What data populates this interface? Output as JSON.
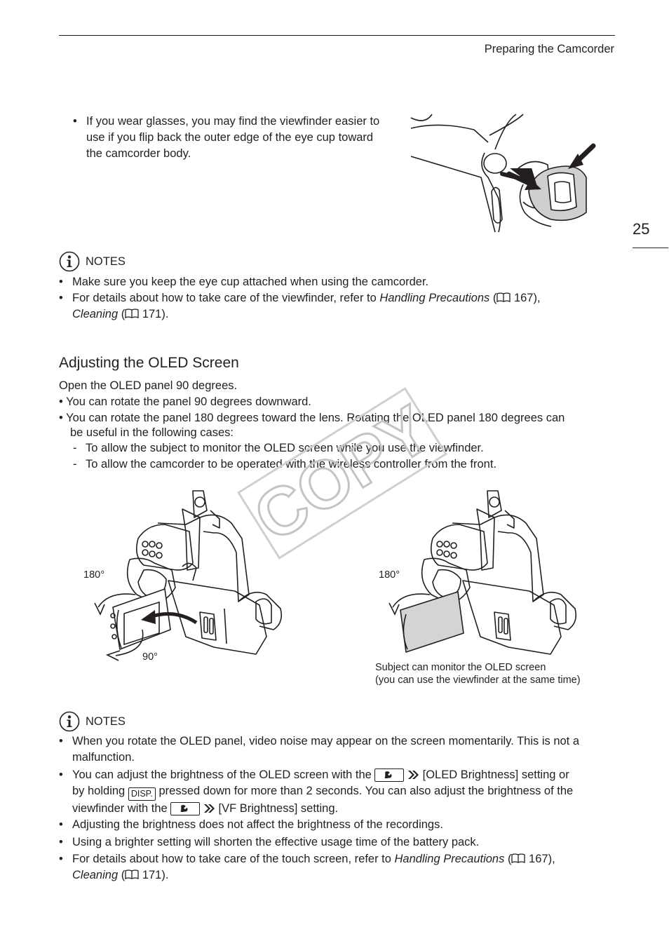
{
  "header": {
    "section": "Preparing the Camcorder",
    "page_number": "25"
  },
  "eyecup_tip": "If you wear glasses, you may find the viewfinder easier to use if you flip back the outer edge of the eye cup toward the camcorder body.",
  "eyecup_tip_lines": [
    "If you wear glasses, you may find the viewfinder easier to",
    "use if you flip back the outer edge of the eye cup toward",
    "the camcorder body."
  ],
  "notes1": {
    "title": "NOTES",
    "item1": "Make sure you keep the eye cup attached when using the camcorder.",
    "item2": {
      "pre": "For details about how to take care of the viewfinder, refer to ",
      "italic1": "Handling Precautions",
      "mid1": " (",
      "ref1": " 167),",
      "italic2": "Cleaning",
      "mid2": " (",
      "ref2": " 171)."
    }
  },
  "section": {
    "title": "Adjusting the OLED Screen",
    "step": "Open the OLED panel 90 degrees.",
    "b1": "You can rotate the panel 90 degrees downward.",
    "b2_line1": "You can rotate the panel 180 degrees toward the lens. Rotating the OLED panel 180 degrees can",
    "b2_line2": "be useful in the following cases:",
    "d1": "To allow the subject to monitor the OLED screen while you use the viewfinder.",
    "d2": "To allow the camcorder to be operated with the wireless controller from the front."
  },
  "figure": {
    "left_deg_top": "180°",
    "left_deg_bottom": "90°",
    "right_deg_top": "180°",
    "caption_line1": "Subject can monitor the OLED screen",
    "caption_line2": "(you can use the viewfinder at the same time)"
  },
  "watermark": "COPY",
  "notes2": {
    "title": "NOTES",
    "n1_line1": "When you rotate the OLED panel, video noise may appear on the screen momentarily. This is not a",
    "n1_line2": "malfunction.",
    "n2_a": "You can adjust the brightness of the OLED screen with the",
    "n2_b": "[OLED Brightness] setting or",
    "n2_c": "by holding",
    "n2_key": "DISP.",
    "n2_d": "pressed down for more than 2 seconds. You can also adjust the brightness of the",
    "n2_e": "viewfinder with the",
    "n2_f": "[VF Brightness] setting.",
    "n3": "Adjusting the brightness does not affect the brightness of the recordings.",
    "n4": "Using a brighter setting will shorten the effective usage time of the battery pack.",
    "n5": {
      "pre": "For details about how to take care of the touch screen, refer to ",
      "italic1": "Handling Precautions",
      "mid1": " (",
      "ref1": " 167),",
      "italic2": "Cleaning",
      "mid2": " (",
      "ref2": " 171)."
    }
  },
  "icons": [
    "info-icon",
    "book-icon",
    "wrench-menu-icon",
    "double-arrow-icon"
  ]
}
